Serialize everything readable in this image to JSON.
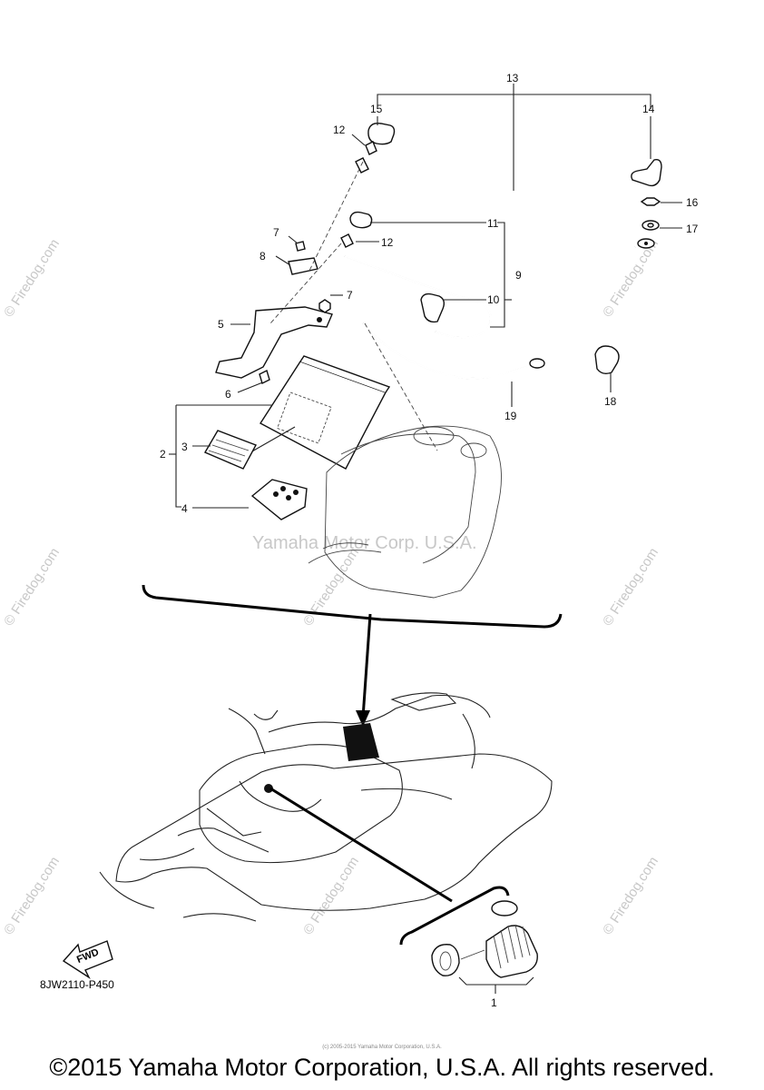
{
  "callouts": [
    "1",
    "2",
    "3",
    "4",
    "5",
    "6",
    "7",
    "7",
    "8",
    "9",
    "10",
    "11",
    "12",
    "12",
    "13",
    "14",
    "15",
    "16",
    "17",
    "18",
    "19"
  ],
  "watermarks": {
    "site": "© Firedog.com",
    "center": "Yamaha Motor Corp. U.S.A."
  },
  "arrow_label": "FWD",
  "diagram_code": "8JW2110-P450",
  "tiny_copyright": "(c) 2005-2015 Yamaha Motor Corporation, U.S.A.",
  "copyright": "©2015 Yamaha Motor Corporation, U.S.A. All rights reserved."
}
